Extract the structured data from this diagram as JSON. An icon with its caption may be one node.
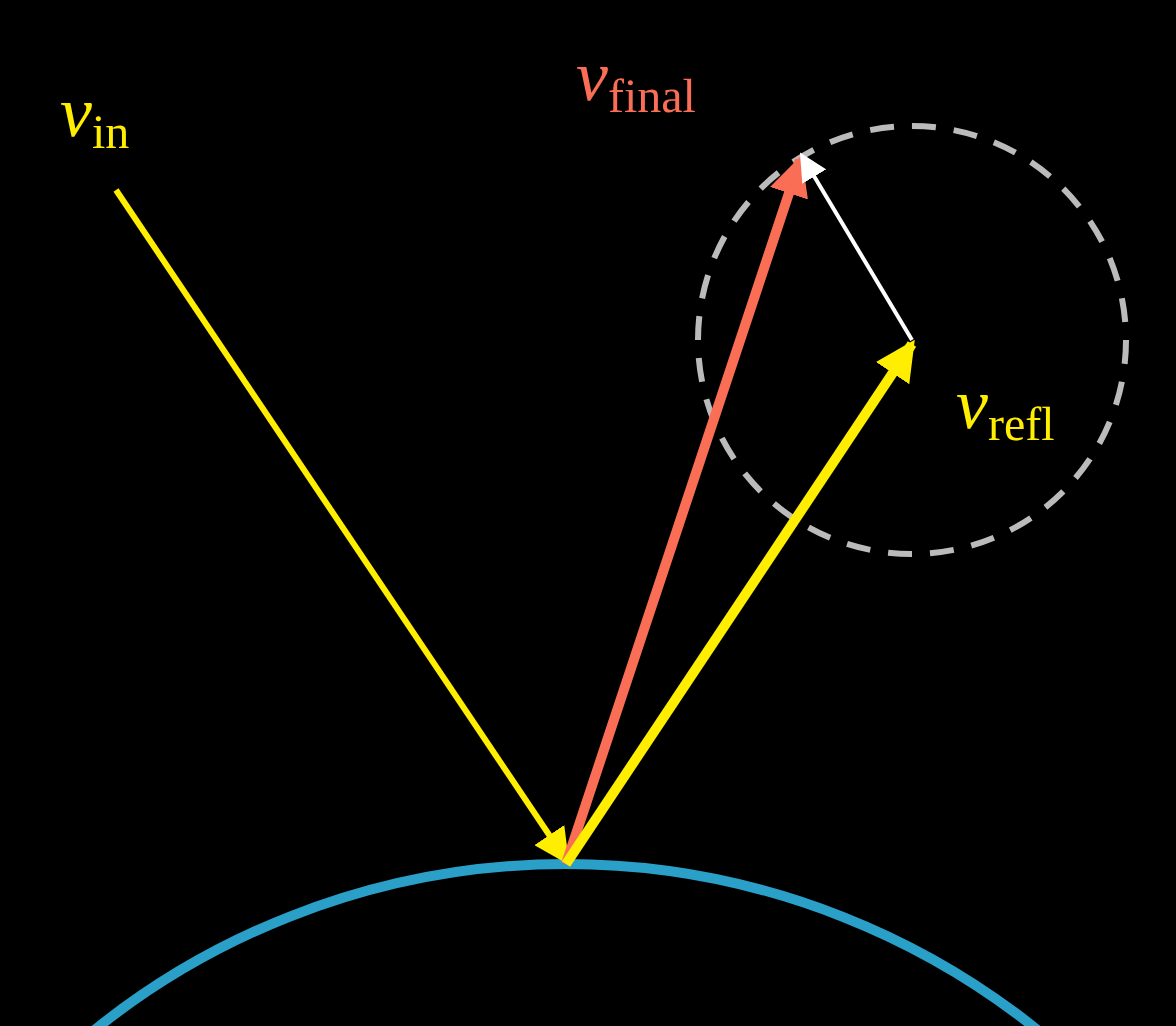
{
  "diagram": {
    "labels": [
      "*v*$_{in}$",
      "*v*$_{final}$",
      "*v*$_{refl}$"
    ]
  }
}
